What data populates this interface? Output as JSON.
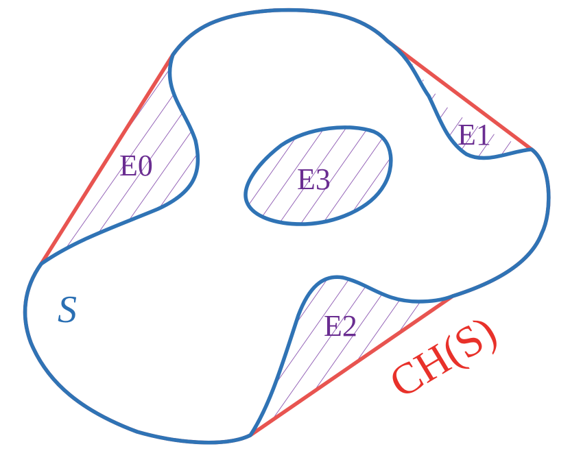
{
  "labels": {
    "e0": "E0",
    "e1": "E1",
    "e2": "E2",
    "e3": "E3",
    "set": "S",
    "hull": "CH(S)"
  },
  "colors": {
    "shape_outline": "#2f73b5",
    "hull_outline": "#e85450",
    "hatch": "#7b3fa6",
    "region_label": "#6a2d91",
    "hull_label": "#e8312a"
  },
  "icons": {
    "hatch_pattern": "diagonal-hatch"
  }
}
